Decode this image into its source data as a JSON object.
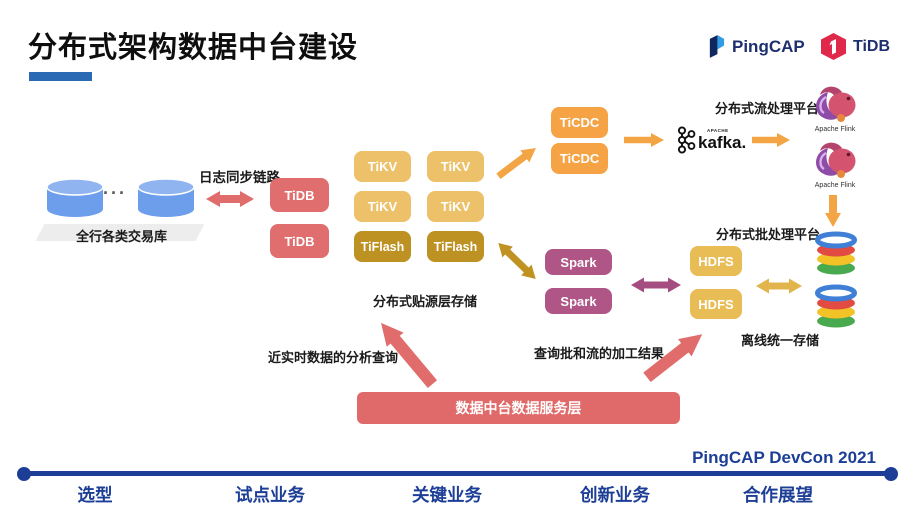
{
  "slide": {
    "title": "分布式架构数据中台建设",
    "footer_event": "PingCAP DevCon 2021"
  },
  "logos": {
    "pingcap": "PingCAP",
    "tidb": "TiDB"
  },
  "diagram": {
    "source_db_label": "全行各类交易库",
    "source_dots": "···",
    "sync_link_label": "日志同步链路",
    "tidb": [
      "TiDB",
      "TiDB"
    ],
    "tikv": [
      "TiKV",
      "TiKV",
      "TiKV",
      "TiKV"
    ],
    "tiflash": [
      "TiFlash",
      "TiFlash"
    ],
    "ods_storage_label": "分布式贴源层存储",
    "ticdc": [
      "TiCDC",
      "TiCDC"
    ],
    "kafka_apache": "APACHE",
    "kafka_name": "kafka.",
    "stream_platform_label": "分布式流处理平台",
    "flink_caption_1": "Apache Flink",
    "flink_caption_2": "Apache Flink",
    "batch_platform_label": "分布式批处理平台",
    "spark": [
      "Spark",
      "Spark"
    ],
    "hdfs": [
      "HDFS",
      "HDFS"
    ],
    "offline_storage_label": "离线统一存储",
    "batch_stream_result_label": "查询批和流的加工结果",
    "realtime_analysis_label": "近实时数据的分析查询",
    "service_layer_label": "数据中台数据服务层"
  },
  "timeline": {
    "items": [
      "选型",
      "试点业务",
      "关键业务",
      "创新业务",
      "合作展望"
    ]
  },
  "colors": {
    "accent_blue": "#2a6ab5",
    "navy": "#1c3e96",
    "tidb_box": "#e06e6e",
    "tikv_box": "#edc169",
    "tiflash_box": "#bd9122",
    "ticdc_box": "#f5a344",
    "spark_box": "#b05687",
    "hdfs_box": "#e9bd55",
    "red_arrow": "#e06c6c",
    "orange_arrow": "#f3a445",
    "gold_arrow": "#bf9222",
    "light_gold_arrow": "#e2b44c",
    "purple_arrow": "#a54c80",
    "source_cylinder": "#6d9eeb",
    "service_bar": "#e06a6a"
  }
}
